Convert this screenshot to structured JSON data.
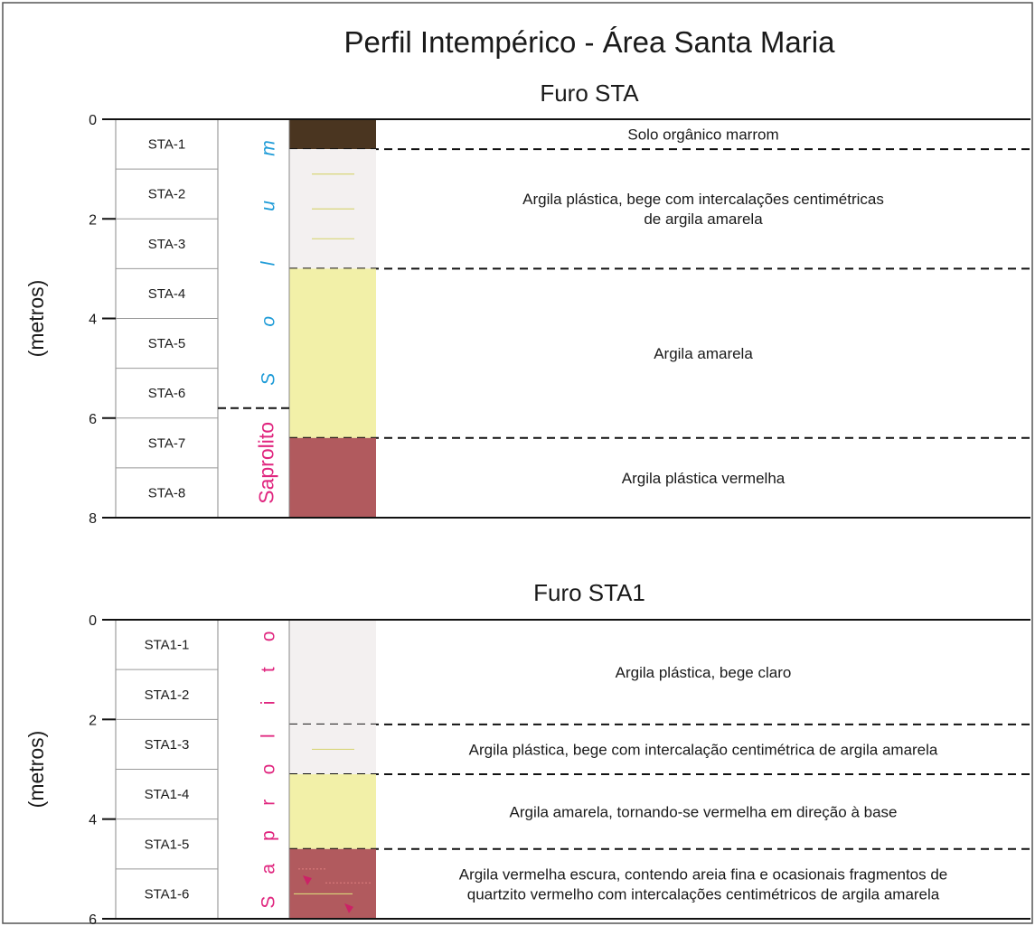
{
  "title": "Perfil Intempérico - Área Santa Maria",
  "colors": {
    "solo_organico": "#4a3520",
    "bege": "#f3f0f0",
    "amarela": "#f2f0a8",
    "vermelha": "#b15a5e",
    "solum_label": "#1e9bd7",
    "saprolito_label": "#e0267f",
    "intercalacao": "#d9d67a",
    "fragmento": "#cc2266"
  },
  "profiles": [
    {
      "title": "Furo STA",
      "y_label": "(metros)",
      "depth_range": [
        0,
        8
      ],
      "depth_ticks": [
        "0",
        "2",
        "4",
        "6",
        "8"
      ],
      "samples": [
        "STA-1",
        "STA-2",
        "STA-3",
        "STA-4",
        "STA-5",
        "STA-6",
        "STA-7",
        "STA-8"
      ],
      "zones": [
        {
          "label": "Solum",
          "top_m": 0,
          "bottom_m": 5.8,
          "color": "#1e9bd7",
          "style": "spaced-italic"
        },
        {
          "label": "Saprolito",
          "top_m": 5.8,
          "bottom_m": 8,
          "color": "#e0267f",
          "style": "rotated"
        }
      ],
      "layers": [
        {
          "top_m": 0,
          "bottom_m": 0.6,
          "fill": "solo_organico",
          "description": [
            "Solo orgânico marrom"
          ]
        },
        {
          "top_m": 0.6,
          "bottom_m": 3.0,
          "fill": "bege",
          "description": [
            "Argila plástica, bege com intercalações centimétricas",
            "de argila amarela"
          ]
        },
        {
          "top_m": 3.0,
          "bottom_m": 6.4,
          "fill": "amarela",
          "description": [
            "Argila amarela"
          ]
        },
        {
          "top_m": 6.4,
          "bottom_m": 8.0,
          "fill": "vermelha",
          "description": [
            "Argila plástica vermelha"
          ]
        }
      ]
    },
    {
      "title": "Furo STA1",
      "y_label": "(metros)",
      "depth_range": [
        0,
        6
      ],
      "depth_ticks": [
        "0",
        "2",
        "4",
        "6"
      ],
      "samples": [
        "STA1-1",
        "STA1-2",
        "STA1-3",
        "STA1-4",
        "STA1-5",
        "STA1-6"
      ],
      "zones": [
        {
          "label": "Saprolito",
          "top_m": 0,
          "bottom_m": 6,
          "color": "#e0267f",
          "style": "spaced-upright"
        }
      ],
      "layers": [
        {
          "top_m": 0,
          "bottom_m": 2.1,
          "fill": "bege",
          "description": [
            "Argila plástica, bege claro"
          ]
        },
        {
          "top_m": 2.1,
          "bottom_m": 3.1,
          "fill": "bege",
          "description": [
            "Argila plástica, bege com intercalação centimétrica de argila amarela"
          ]
        },
        {
          "top_m": 3.1,
          "bottom_m": 4.6,
          "fill": "amarela",
          "description": [
            "Argila amarela, tornando-se vermelha em direção à base"
          ]
        },
        {
          "top_m": 4.6,
          "bottom_m": 6.0,
          "fill": "vermelha",
          "description": [
            "Argila vermelha escura, contendo areia fina e ocasionais fragmentos de",
            "quartzito vermelho com intercalações centimétricos de argila amarela"
          ]
        }
      ]
    }
  ]
}
